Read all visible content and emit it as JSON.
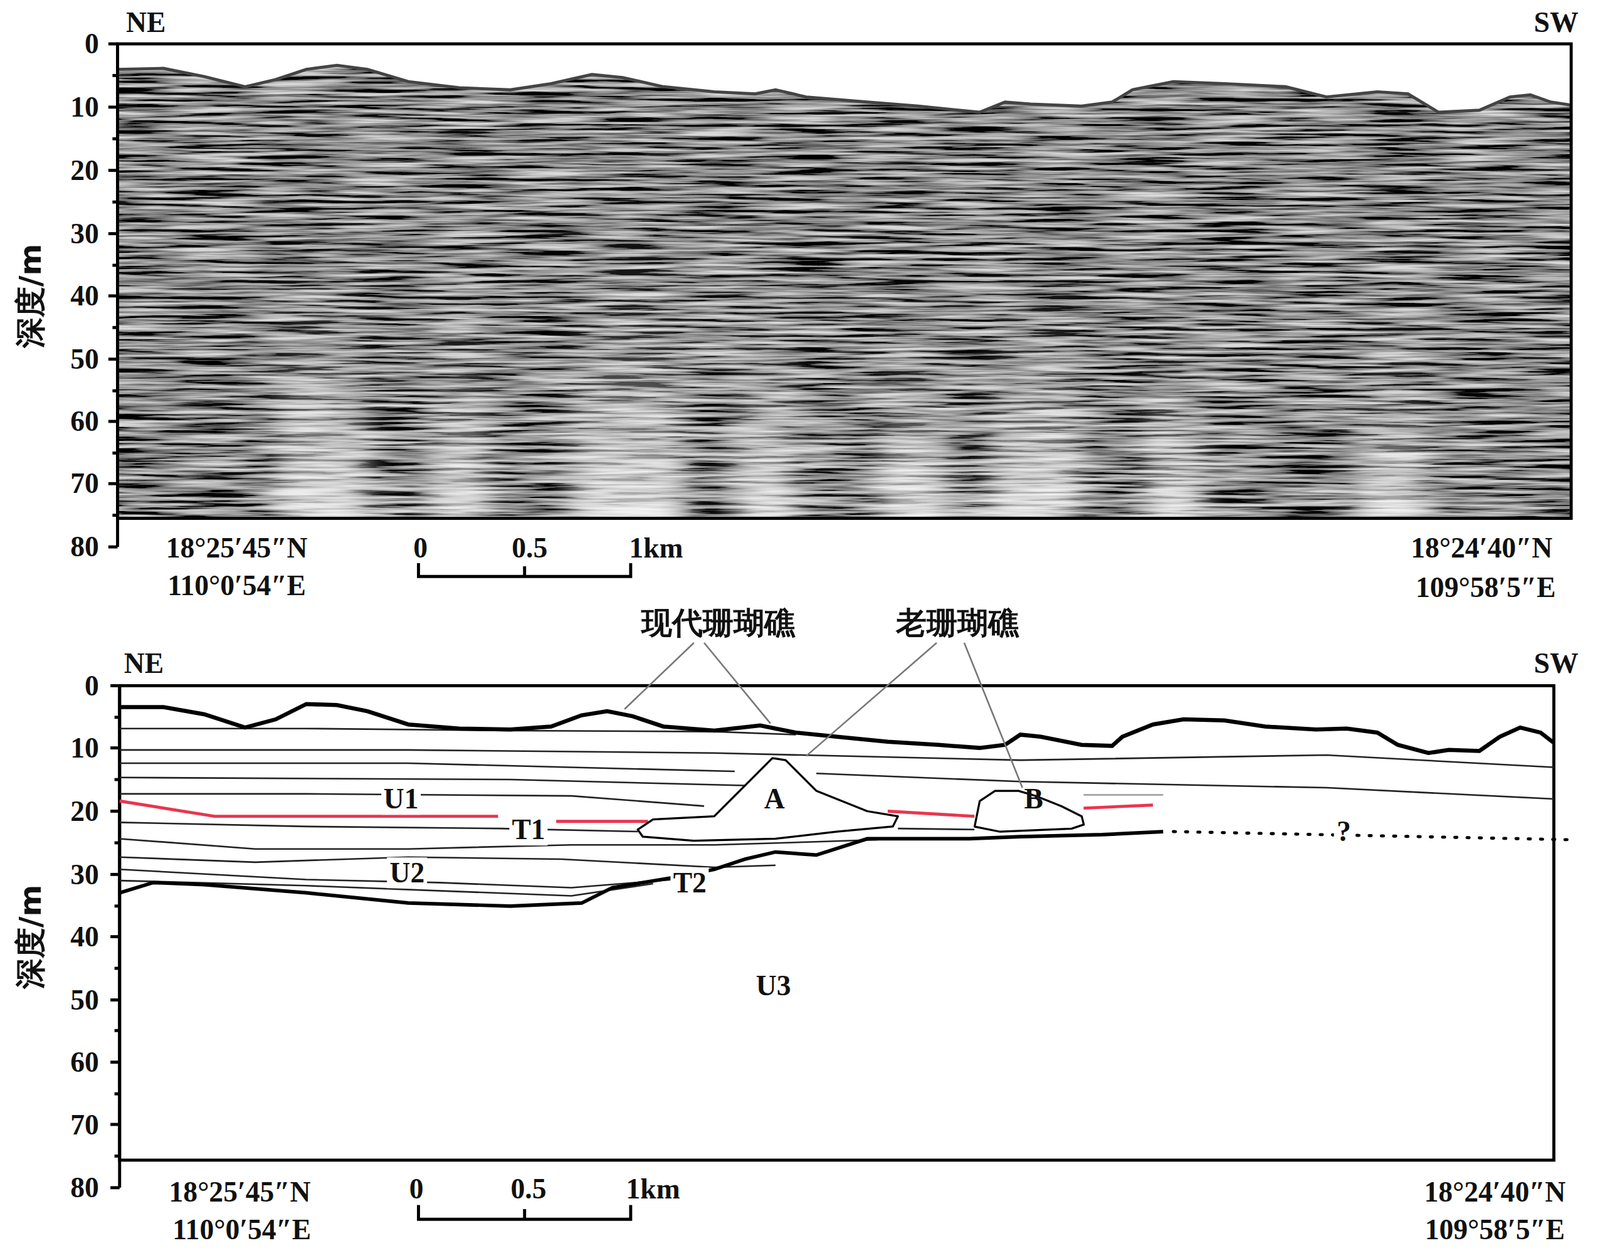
{
  "diagram": {
    "nodes": [
      {
        "text": [
          "A"
        ]
      },
      {
        "text": [
          "B"
        ]
      }
    ],
    "edges": [],
    "labels": [
      "NE",
      "SW",
      "0",
      "10",
      "20",
      "30",
      "40",
      "50",
      "60",
      "70",
      "80",
      "深度/m",
      "18°25′45″N",
      "110°0′54″E",
      "0",
      "0.5",
      "1km",
      "18°24′40″N",
      "109°58′5″E",
      "现代珊瑚礁",
      "老珊瑚礁",
      "NE",
      "SW",
      "0",
      "10",
      "20",
      "30",
      "40",
      "50",
      "60",
      "70",
      "80",
      "深度/m",
      "U1",
      "T1",
      "U2",
      "T2",
      "U3",
      "?",
      "18°25′45″N",
      "110°0′54″E",
      "0",
      "0.5",
      "1km",
      "18°24′40″N",
      "109°58′5″E"
    ]
  }
}
